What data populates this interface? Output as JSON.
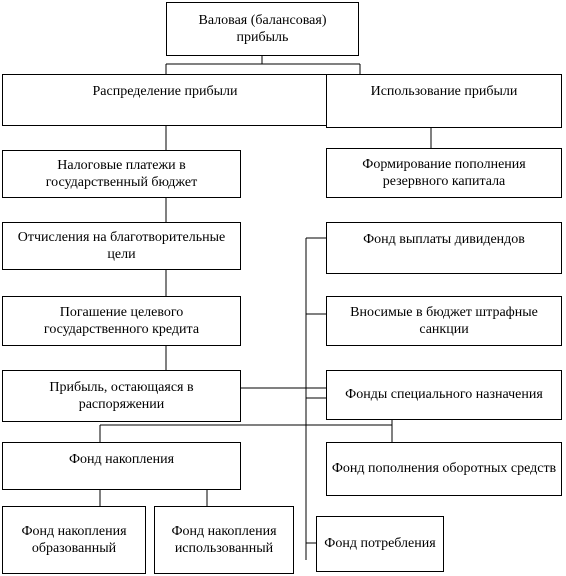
{
  "nodes": {
    "gross_profit": "Валовая (балансовая) прибыль",
    "distribution": "Распределение прибыли",
    "usage": "Использование прибыли",
    "tax_payments": "Налоговые платежи в государственный бюджет",
    "charity": "Отчисления на благотворительные цели",
    "target_credit": "Погашение целевого государственного кредита",
    "retained_profit": "Прибыль, остающаяся в распоряжении",
    "accumulation_fund": "Фонд накопления",
    "acc_formed": "Фонд накопления образованный",
    "acc_used": "Фонд накопления использованный",
    "reserve_capital": "Формирование пополнения резервного капитала",
    "dividend_fund": "Фонд выплаты дивидендов",
    "fines": "Вносимые в бюджет штрафные санкции",
    "special_funds": "Фонды специального назначения",
    "working_capital": "Фонд пополнения оборотных средств",
    "consumption_fund": "Фонд потребления"
  }
}
